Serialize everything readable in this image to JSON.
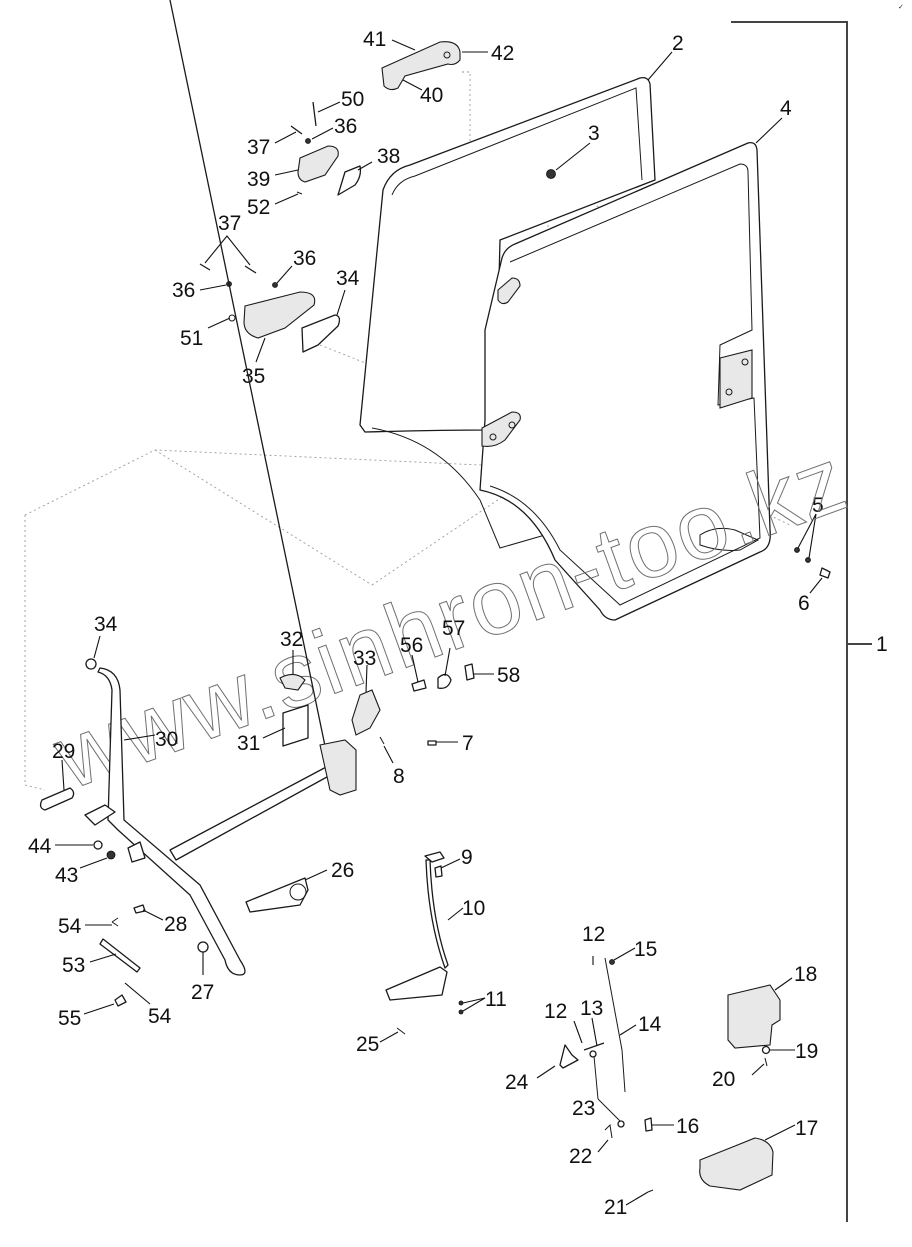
{
  "diagram": {
    "title": "Cab door assembly – exploded parts view",
    "watermark": "www.sinhron-too.kz",
    "corner_mark": "✓",
    "assembly_callout": "1",
    "callouts": {
      "c2": "2",
      "c3": "3",
      "c4": "4",
      "c5": "5",
      "c6": "6",
      "c7": "7",
      "c8": "8",
      "c9": "9",
      "c10": "10",
      "c11": "11",
      "c12a": "12",
      "c12b": "12",
      "c13": "13",
      "c14": "14",
      "c15": "15",
      "c16": "16",
      "c17": "17",
      "c18": "18",
      "c19": "19",
      "c20": "20",
      "c21": "21",
      "c22": "22",
      "c23": "23",
      "c24": "24",
      "c25": "25",
      "c26": "26",
      "c27": "27",
      "c28": "28",
      "c29": "29",
      "c30": "30",
      "c31": "31",
      "c32": "32",
      "c33": "33",
      "c34a": "34",
      "c34b": "34",
      "c35": "35",
      "c36a": "36",
      "c36b": "36",
      "c36c": "36",
      "c37a": "37",
      "c37b": "37",
      "c38": "38",
      "c39": "39",
      "c40": "40",
      "c41": "41",
      "c42": "42",
      "c43": "43",
      "c44": "44",
      "c50": "50",
      "c51": "51",
      "c52": "52",
      "c53": "53",
      "c54a": "54",
      "c54b": "54",
      "c55": "55",
      "c56": "56",
      "c57": "57",
      "c58": "58"
    }
  }
}
